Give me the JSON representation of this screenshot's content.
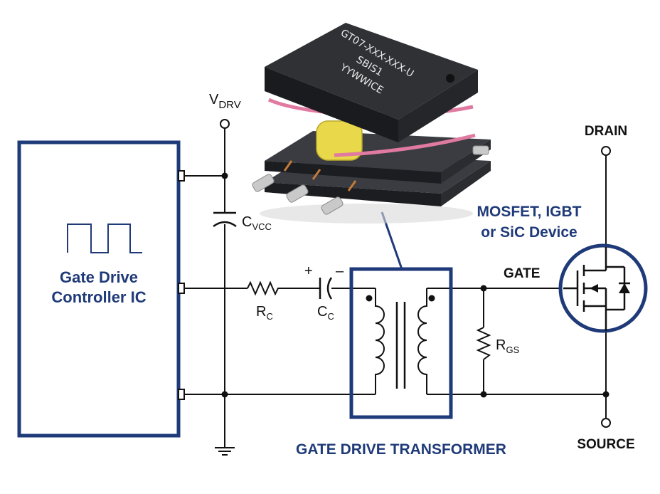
{
  "colors": {
    "brand_blue": "#1f3a78",
    "wire": "#111111",
    "winding_pink": "#e07aa0",
    "bobbin_yellow": "#e8d84a",
    "core_dark": "#2a2c30"
  },
  "controller": {
    "name_line1": "Gate Drive",
    "name_line2": "Controller IC"
  },
  "supply": {
    "label_main": "V",
    "label_sub": "DRV"
  },
  "components": {
    "cvcc_main": "C",
    "cvcc_sub": "VCC",
    "rc_main": "R",
    "rc_sub": "C",
    "cc_main": "C",
    "cc_sub": "C",
    "cc_plus": "+",
    "cc_minus": "–",
    "rgs_main": "R",
    "rgs_sub": "GS"
  },
  "transformer": {
    "label": "GATE DRIVE TRANSFORMER",
    "marking_line1": "GT07-XXX-XXX-U",
    "marking_line2": "SBIS1",
    "marking_line3": "YYWWICE"
  },
  "device": {
    "title_line1": "MOSFET, IGBT",
    "title_line2": "or SiC Device",
    "drain_label": "DRAIN",
    "gate_label": "GATE",
    "source_label": "SOURCE"
  }
}
